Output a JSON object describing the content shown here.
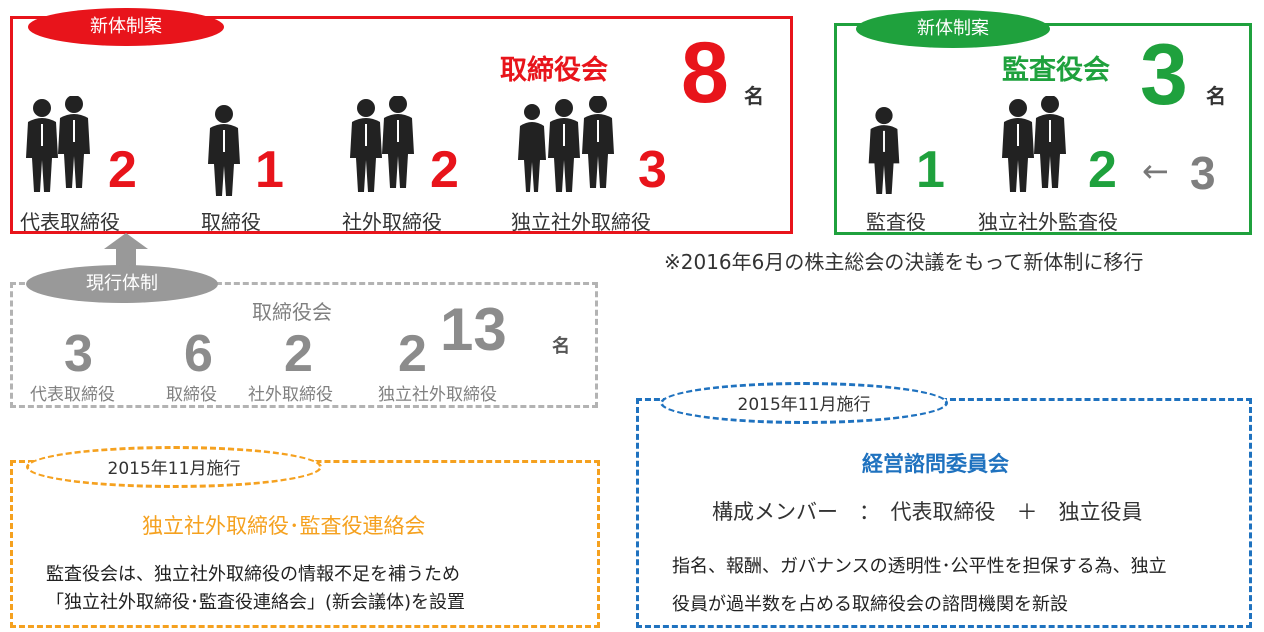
{
  "new_board": {
    "tag": "新体制案",
    "title": "取締役会",
    "total": "8",
    "unit": "名",
    "groups": [
      {
        "count": "2",
        "label": "代表取締役"
      },
      {
        "count": "1",
        "label": "取締役"
      },
      {
        "count": "2",
        "label": "社外取締役"
      },
      {
        "count": "3",
        "label": "独立社外取締役"
      }
    ],
    "color": "#e8141b"
  },
  "audit_board": {
    "tag": "新体制案",
    "title": "監査役会",
    "total": "3",
    "unit": "名",
    "groups": [
      {
        "count": "1",
        "label": "監査役"
      },
      {
        "count": "2",
        "label": "独立社外監査役"
      }
    ],
    "arrow": "←",
    "previous_count": "3",
    "color": "#1fa13d"
  },
  "note": "※2016年6月の株主総会の決議をもって新体制に移行",
  "current_board": {
    "tag": "現行体制",
    "title": "取締役会",
    "total": "13",
    "unit": "名",
    "groups": [
      {
        "count": "3",
        "label": "代表取締役"
      },
      {
        "count": "6",
        "label": "取締役"
      },
      {
        "count": "2",
        "label": "社外取締役"
      },
      {
        "count": "2",
        "label": "独立社外取締役"
      }
    ]
  },
  "liaison": {
    "date": "2015年11月施行",
    "title": "独立社外取締役･監査役連絡会",
    "line1": "監査役会は、独立社外取締役の情報不足を補うため",
    "line2": "「独立社外取締役･監査役連絡会」(新会議体)を設置",
    "color": "#f5a11f"
  },
  "advisory": {
    "date": "2015年11月施行",
    "title": "経営諮問委員会",
    "members": "構成メンバー　：　代表取締役　＋　独立役員",
    "line1": "指名、報酬、ガバナンスの透明性･公平性を担保する為、独立",
    "line2": "役員が過半数を占める取締役会の諮問機関を新設",
    "color": "#1f72bf"
  }
}
